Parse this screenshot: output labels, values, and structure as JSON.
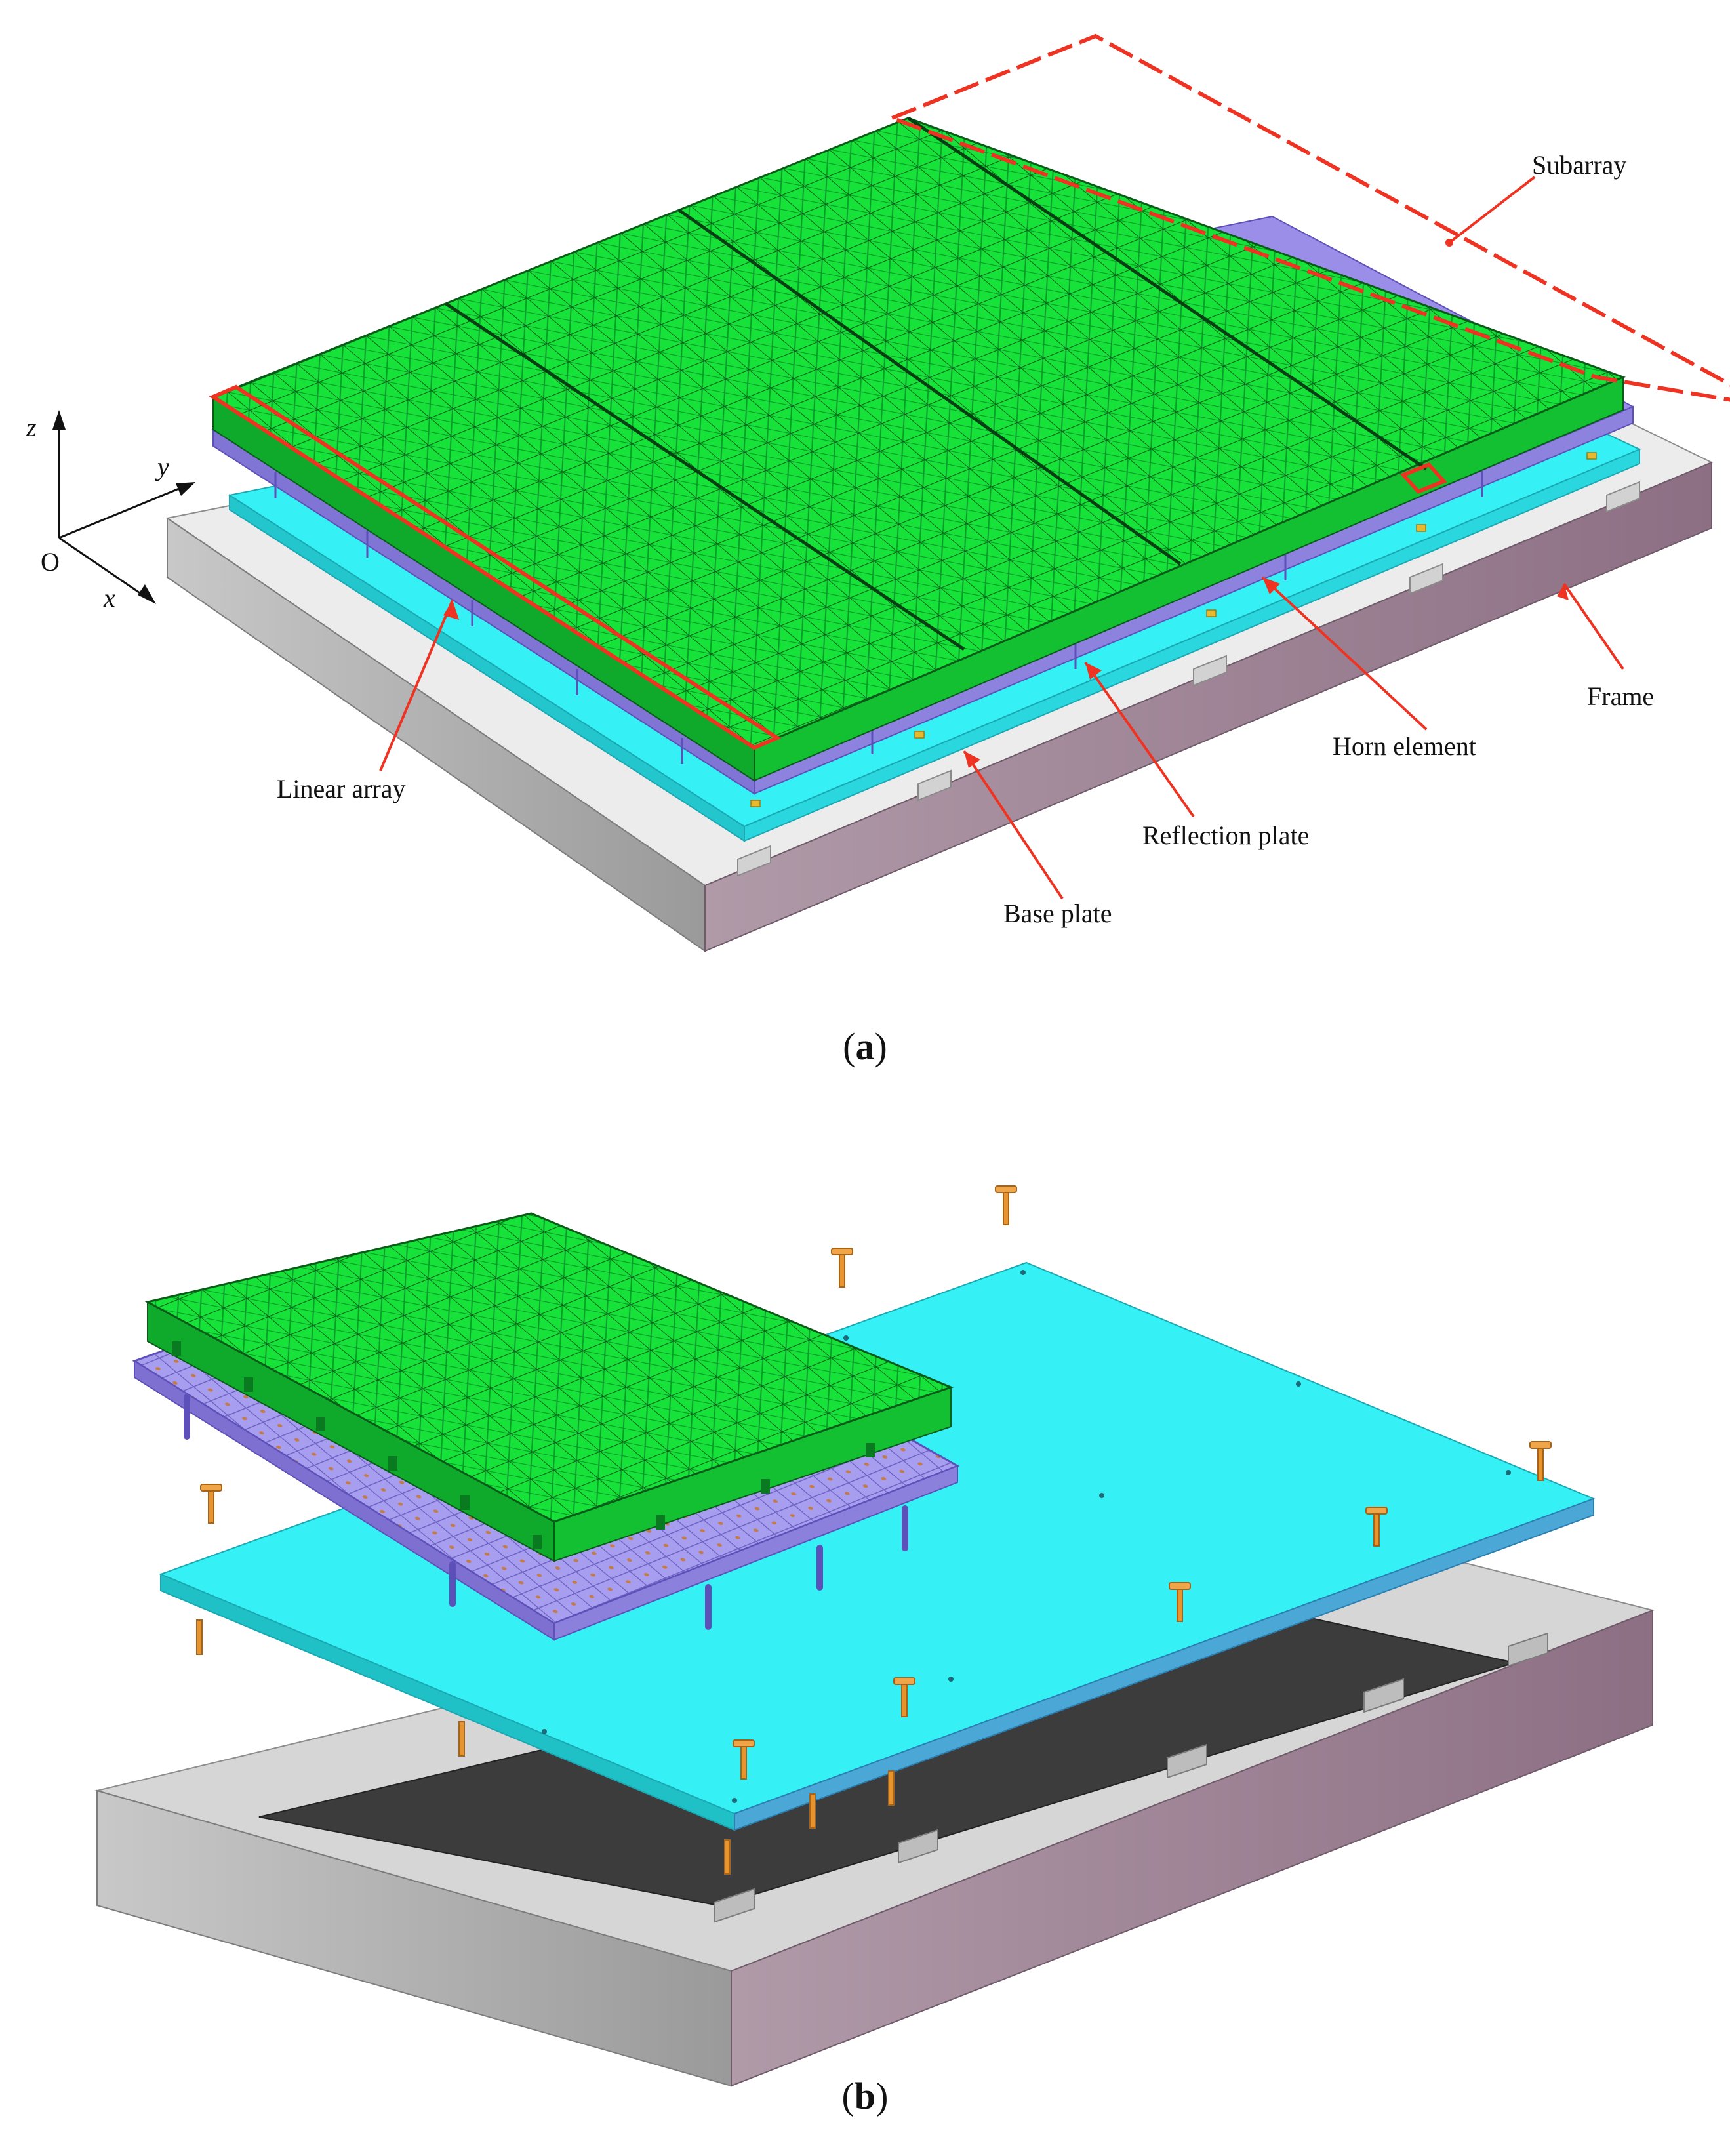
{
  "panels": [
    {
      "id": "a",
      "caption_open": "(",
      "caption_letter": "a",
      "caption_close": ")",
      "labels": {
        "subarray": "Subarray",
        "linear_array": "Linear array",
        "horn_element": "Horn element",
        "frame": "Frame",
        "reflection_plate": "Reflection plate",
        "base_plate": "Base plate"
      },
      "axes": {
        "z": "z",
        "y": "y",
        "x": "x",
        "origin": "O"
      }
    },
    {
      "id": "b",
      "caption_open": "(",
      "caption_letter": "b",
      "caption_close": ")"
    }
  ],
  "colors": {
    "horn_green": "#16e23a",
    "horn_grid": "#0a5a18",
    "reflection_violet": "#9a8ee8",
    "base_cyan": "#35f0f4",
    "frame_top": "#e8e8e8",
    "frame_side_gray": "#b4b4b4",
    "frame_side_mauve": "#a3869a",
    "frame_cavity": "#3c3c3c",
    "callout_red": "#ee3322",
    "screw_orange": "#e7942e"
  }
}
